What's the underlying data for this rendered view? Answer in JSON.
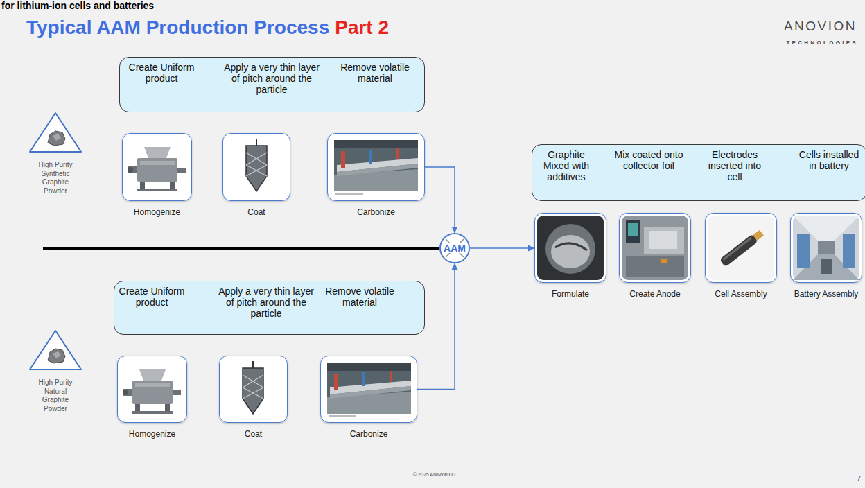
{
  "diagram": {
    "title": "Typical AAM Production Process",
    "nodes": [
      {
        "text": [
          "Create Uniform product",
          "Apply a very thin layer of pitch around the particle",
          "Remove volatile material"
        ]
      },
      {
        "text": [
          "High Purity Synthetic Graphite Powder"
        ]
      },
      {
        "text": [
          "Homogenize"
        ]
      },
      {
        "text": [
          "Coat"
        ]
      },
      {
        "text": [
          "Carbonize"
        ]
      },
      {
        "text": [
          "AAM"
        ]
      },
      {
        "text": [
          "Graphite Mixed with additives",
          "Mix coated onto collector foil",
          "Electrodes inserted into cell",
          "Cells installed in battery"
        ]
      },
      {
        "text": [
          "Formulate"
        ]
      },
      {
        "text": [
          "Create Anode"
        ]
      },
      {
        "text": [
          "Cell Assembly"
        ]
      },
      {
        "text": [
          "Battery Assembly"
        ]
      },
      {
        "text": [
          "Create Uniform product",
          "Apply a very thin layer of pitch around the particle",
          "Remove volatile material"
        ]
      },
      {
        "text": [
          "High Purity Natural Graphite Powder"
        ]
      },
      {
        "text": [
          "Homogenize"
        ]
      },
      {
        "text": [
          "Coat"
        ]
      },
      {
        "text": [
          "Carbonize"
        ]
      }
    ],
    "edges": [
      {
        "from": 4,
        "to": 5,
        "arrow": "to"
      },
      {
        "from": 15,
        "to": 5,
        "arrow": "to"
      },
      {
        "from": 5,
        "to": 7,
        "arrow": "to"
      }
    ],
    "labels": [
      "for lithium-ion cells and batteries",
      "Part 2",
      "ANOVION",
      "TECHNOLOGIES",
      "© 2025 Anovion LLC",
      "7"
    ]
  }
}
